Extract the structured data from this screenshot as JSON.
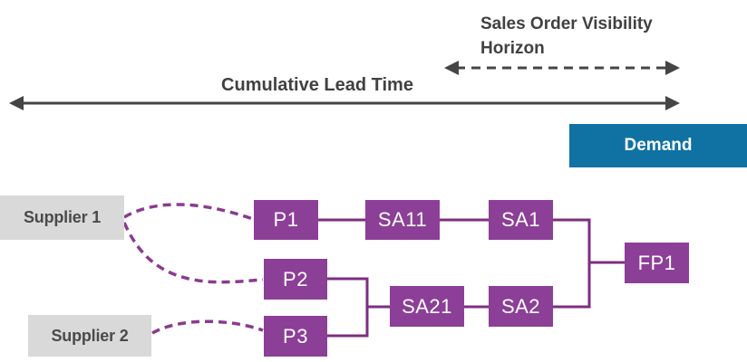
{
  "palette": {
    "background": "#ffffff",
    "node_purple": "#8c3f97",
    "wire_purple": "#7d2e81",
    "supplier_wire_purple": "#8b3a8f",
    "demand_blue": "#0f72a3",
    "supplier_gray": "#d9d9d9",
    "arrow_gray": "#454545",
    "heading_gray": "#414141"
  },
  "headings": {
    "visibility_horizon": "Sales Order Visibility Horizon",
    "cumulative_lead_time": "Cumulative Lead Time"
  },
  "demand": {
    "label": "Demand"
  },
  "suppliers": [
    {
      "label": "Supplier 1"
    },
    {
      "label": "Supplier 2"
    }
  ],
  "nodes": [
    {
      "id": "P1",
      "label": "P1"
    },
    {
      "id": "SA11",
      "label": "SA11"
    },
    {
      "id": "SA1",
      "label": "SA1"
    },
    {
      "id": "P2",
      "label": "P2"
    },
    {
      "id": "P3",
      "label": "P3"
    },
    {
      "id": "SA21",
      "label": "SA21"
    },
    {
      "id": "SA2",
      "label": "SA2"
    },
    {
      "id": "FP1",
      "label": "FP1"
    }
  ]
}
